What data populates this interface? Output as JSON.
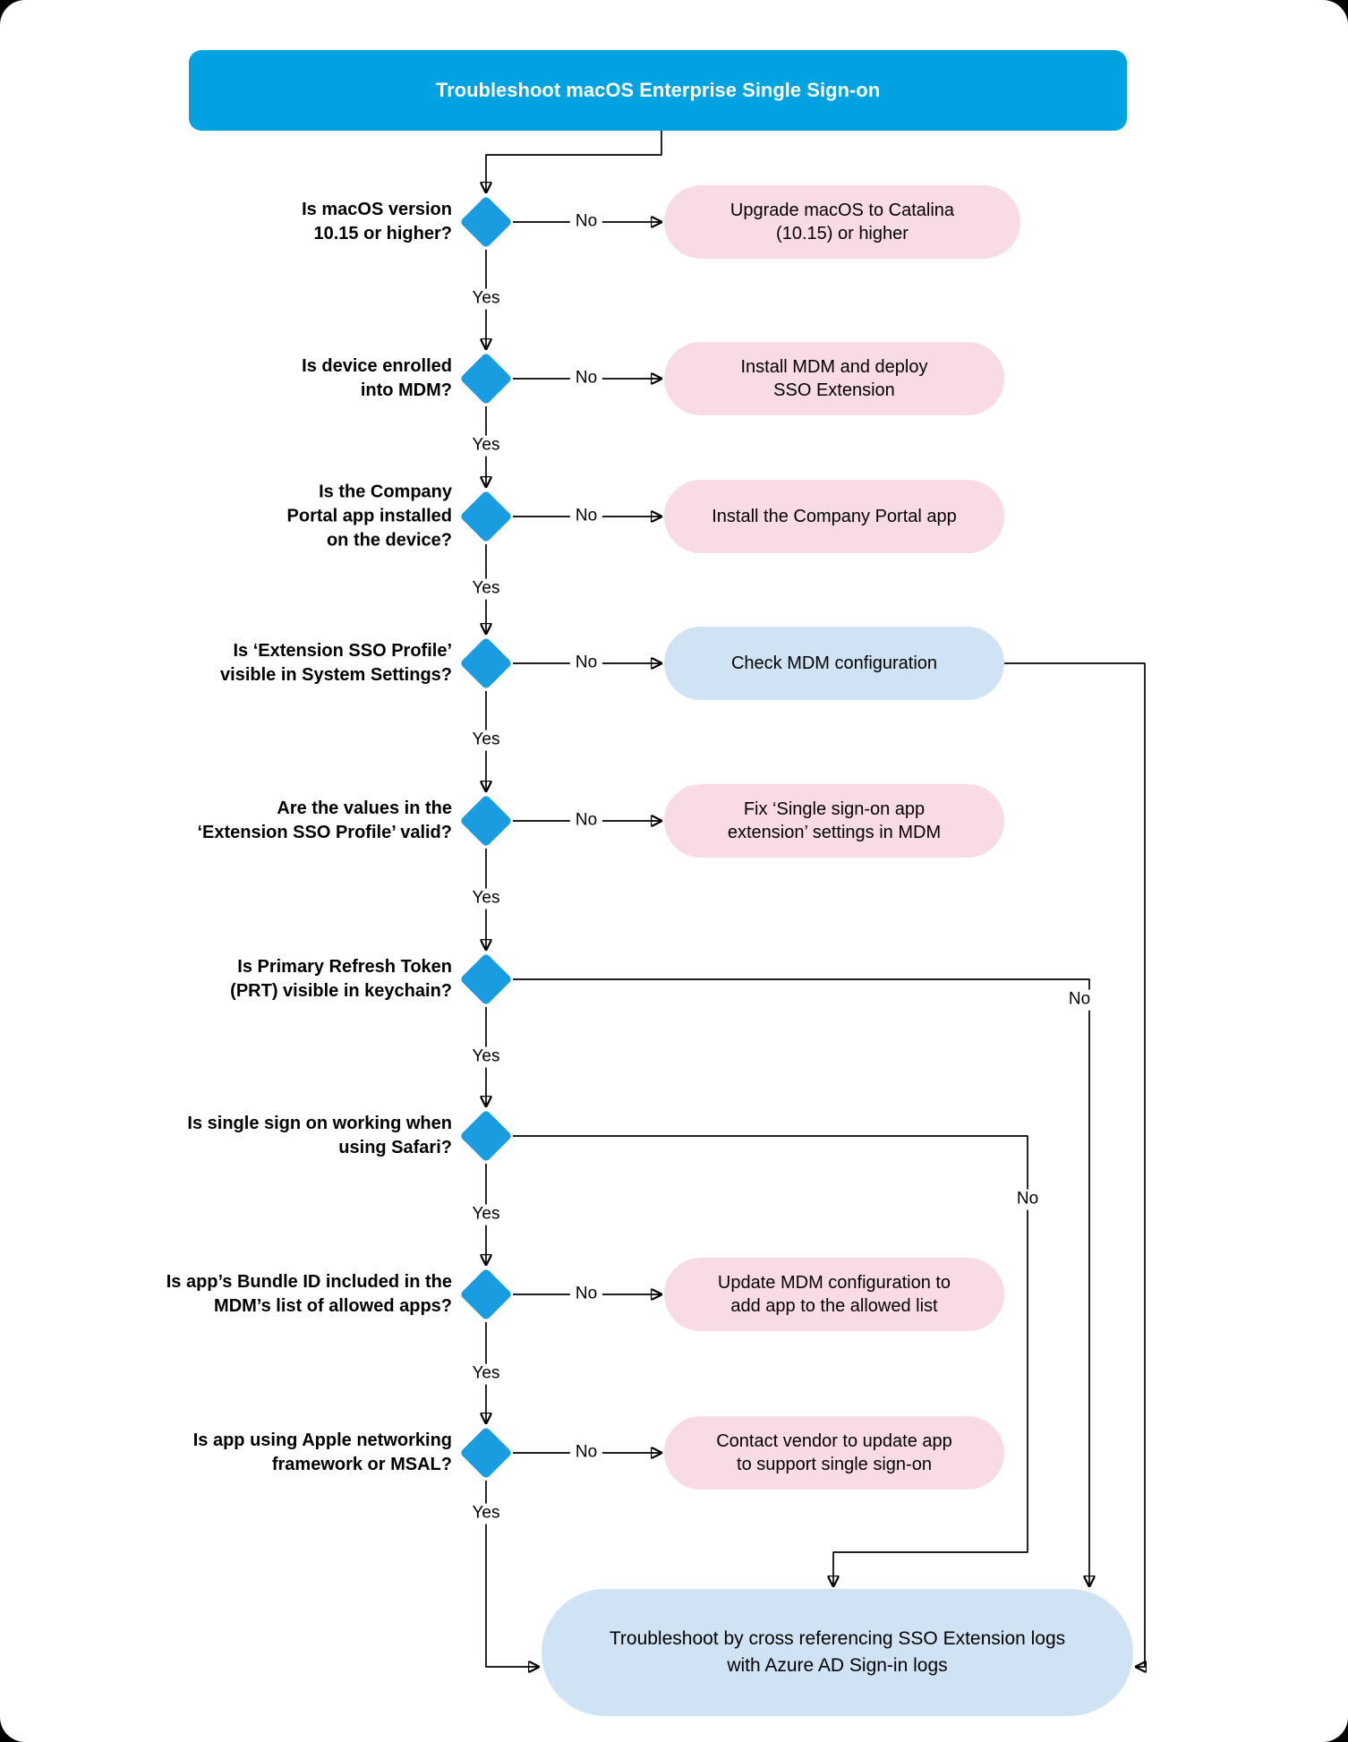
{
  "title": "Troubleshoot macOS Enterprise Single Sign-on",
  "labels": {
    "yes": "Yes",
    "no": "No"
  },
  "flow": {
    "questions": [
      "Is macOS version\n10.15 or higher?",
      "Is device enrolled\ninto MDM?",
      "Is the Company\nPortal app installed\non the device?",
      "Is ‘Extension SSO Profile’\nvisible in System Settings?",
      "Are the values in the\n‘Extension SSO Profile’ valid?",
      "Is Primary Refresh Token\n(PRT) visible in keychain?",
      "Is single sign on working when\nusing Safari?",
      "Is app’s Bundle ID included in the\nMDM’s list of allowed apps?",
      "Is app using Apple networking\nframework or MSAL?"
    ],
    "actions": [
      "Upgrade macOS to Catalina\n(10.15) or higher",
      "Install MDM and deploy\nSSO Extension",
      "Install the Company Portal app",
      "Check MDM configuration",
      "Fix ‘Single sign-on app\nextension’ settings in MDM",
      "Update MDM configuration to\nadd app to the allowed list",
      "Contact vendor to update app\nto support single sign-on"
    ],
    "final": "Troubleshoot by cross referencing SSO Extension logs\nwith Azure AD Sign-in logs"
  },
  "colors": {
    "title_bg": "#00A2E0",
    "diamond": "#1A9CE0",
    "action_pink": "#F9DBE3",
    "action_blue": "#CFE3F5",
    "final_bg": "#CFE3F5",
    "line": "#000000"
  }
}
